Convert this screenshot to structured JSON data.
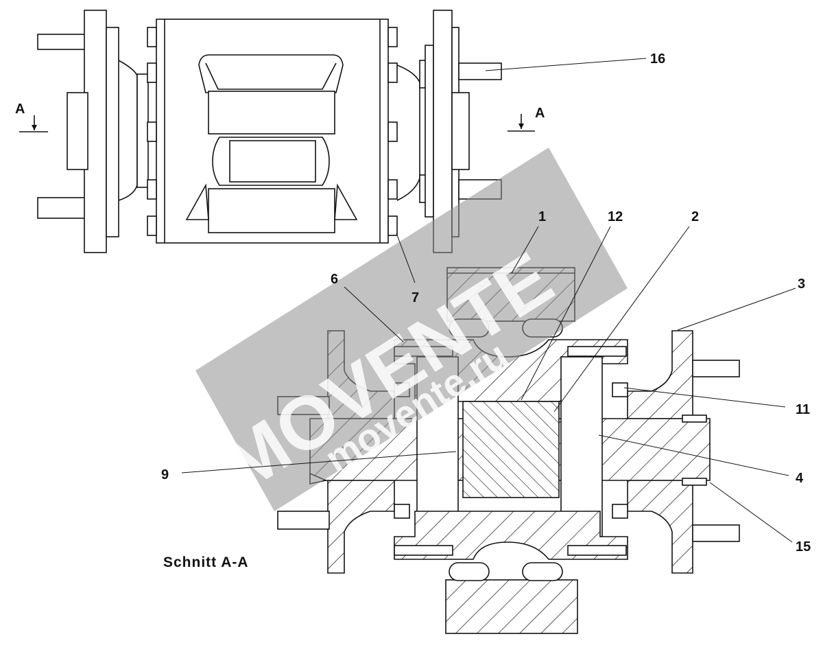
{
  "section_marker": {
    "left": "A",
    "right": "A"
  },
  "caption": "Schnitt A-A",
  "callouts": [
    "16",
    "1",
    "12",
    "2",
    "6",
    "7",
    "3",
    "11",
    "4",
    "9",
    "15"
  ],
  "watermark": {
    "brand": "MOVENTE",
    "url": "movente.ru"
  },
  "colors": {
    "line": "#111111",
    "background": "#ffffff",
    "watermark": "#8f8f8f"
  }
}
